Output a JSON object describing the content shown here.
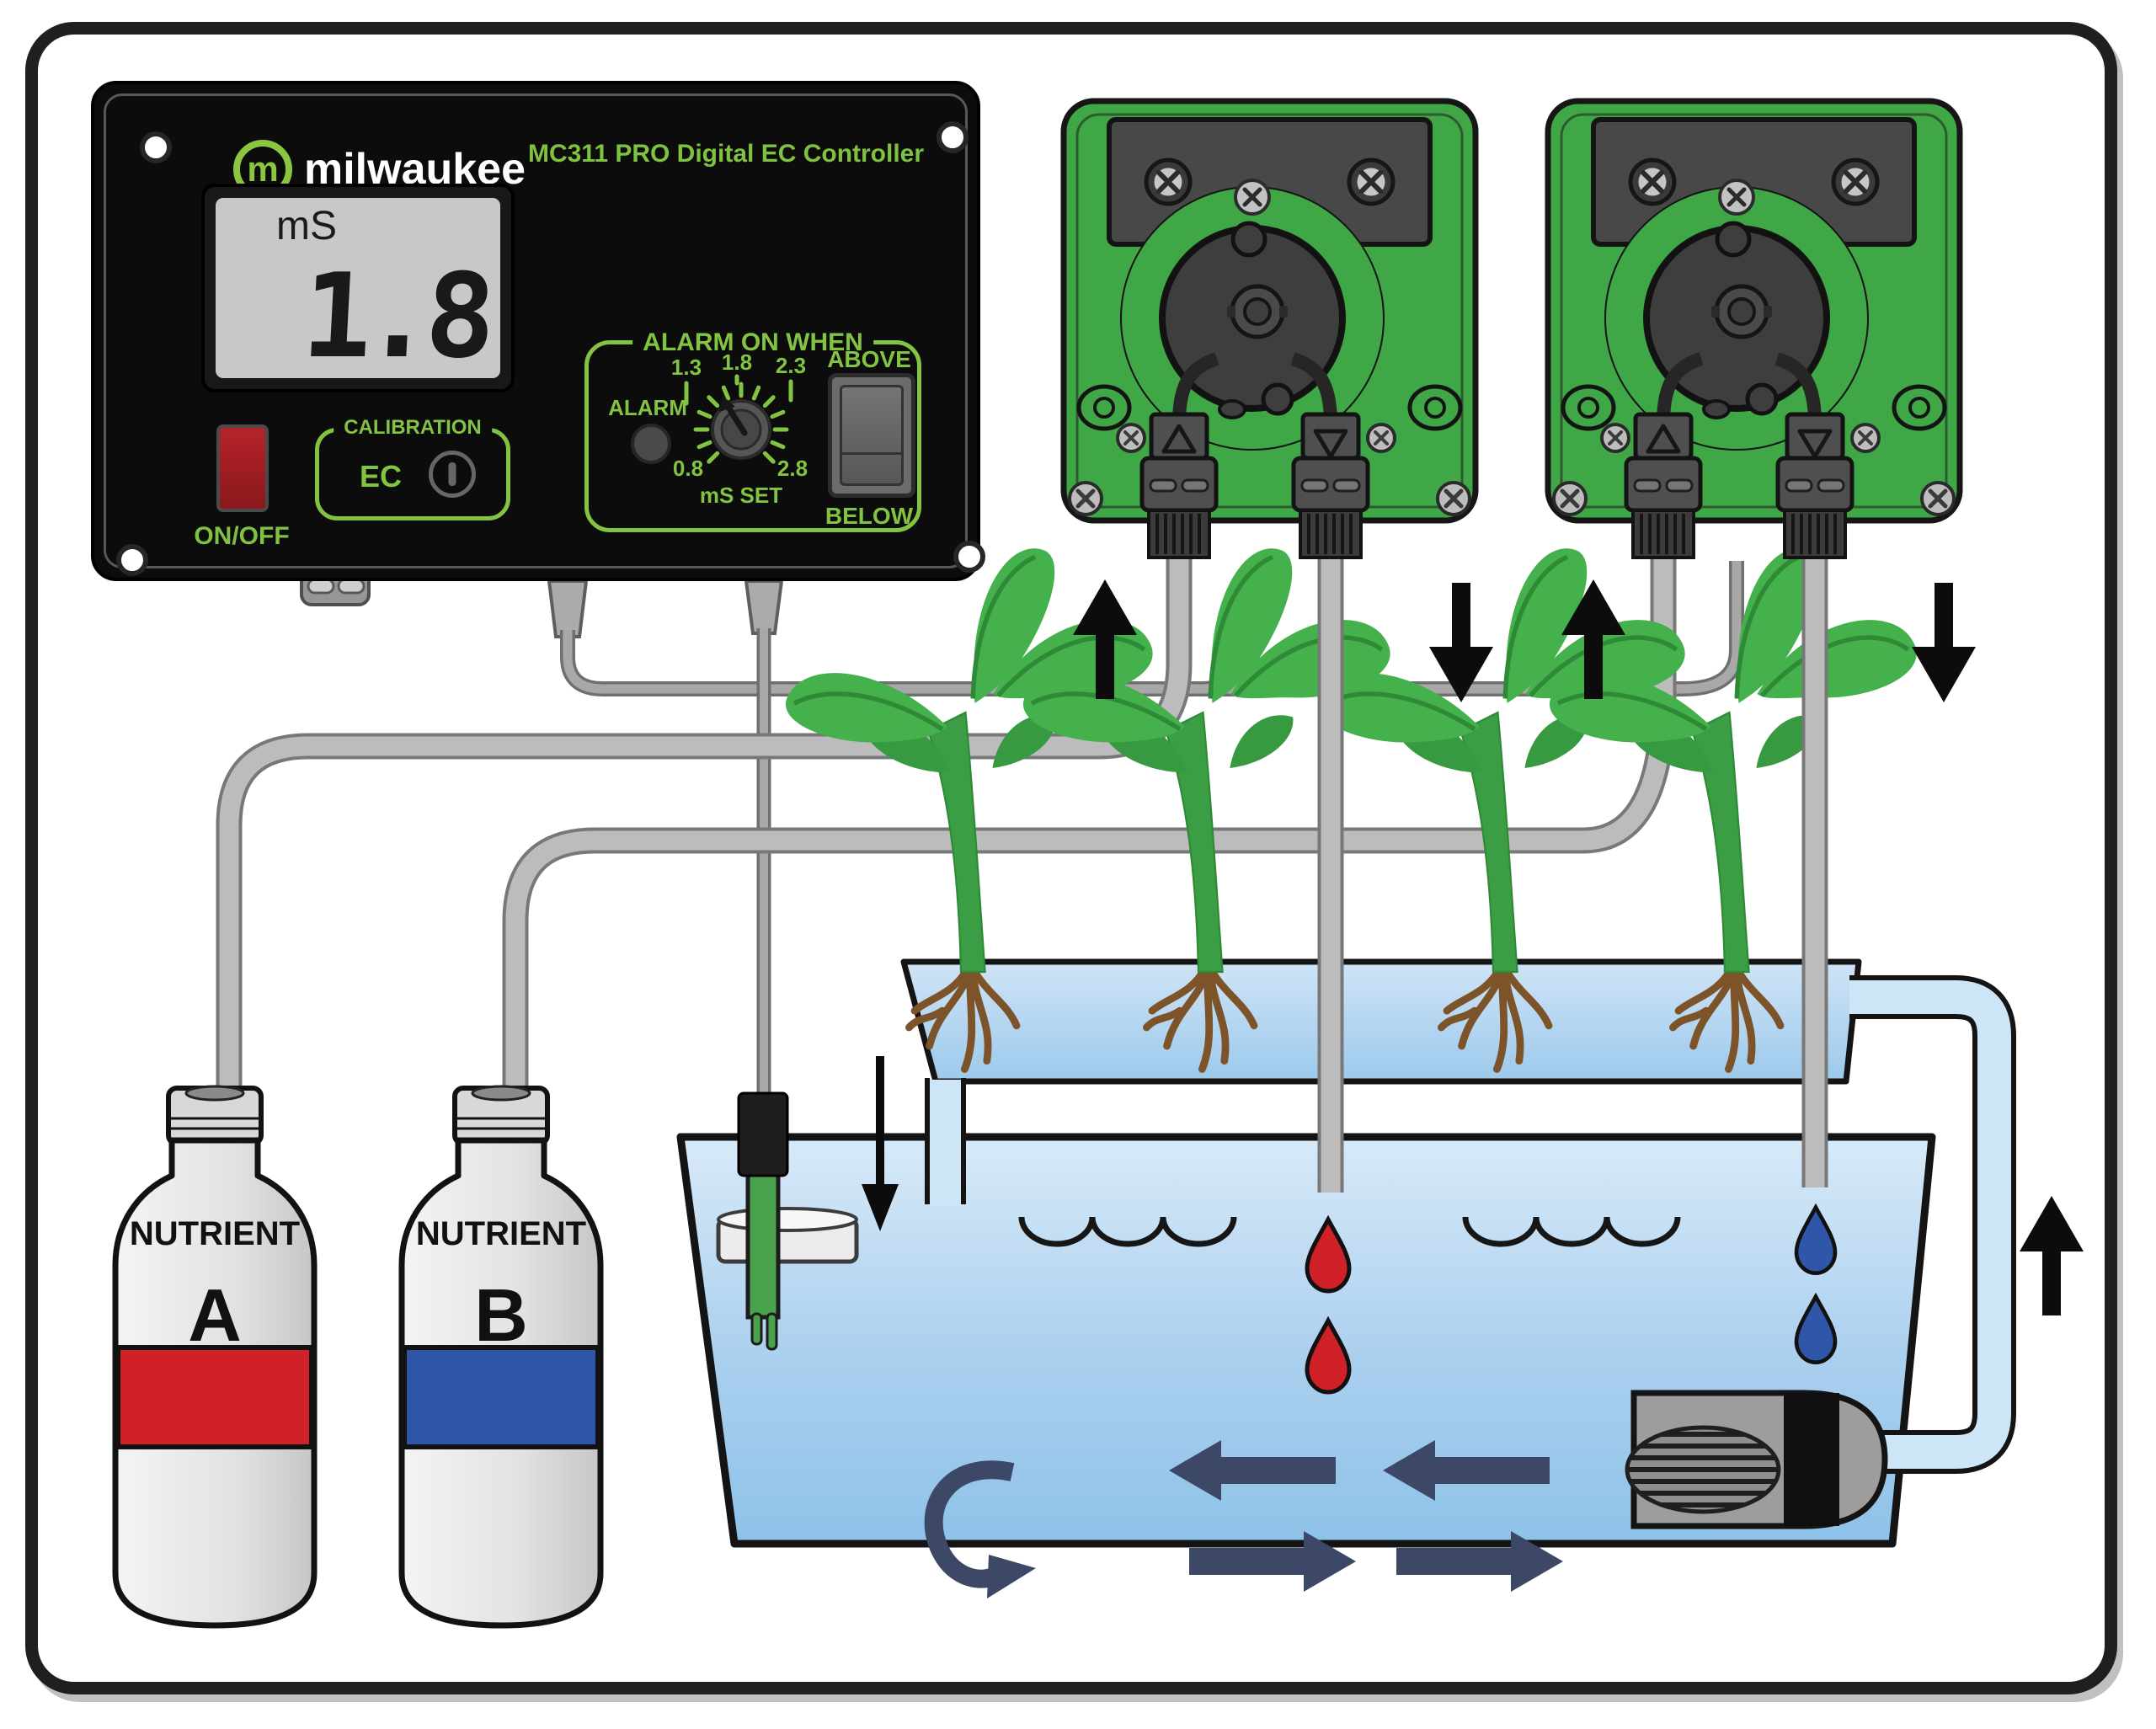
{
  "controller": {
    "brand": "milwaukee",
    "logo_letter": "m",
    "model": "MC311 PRO Digital EC Controller",
    "display": {
      "unit": "mS",
      "value": "1.8"
    },
    "power_button_label": "ON/OFF",
    "calibration": {
      "title": "CALIBRATION",
      "channel_label": "EC"
    },
    "alarm": {
      "title": "ALARM ON WHEN",
      "indicator_label": "ALARM",
      "dial_caption": "mS SET",
      "scale_ticks": [
        "1.3",
        "1.8",
        "2.3",
        "0.8",
        "2.8"
      ],
      "switch_top_label": "ABOVE",
      "switch_bottom_label": "BELOW"
    }
  },
  "bottles": [
    {
      "label": "NUTRIENT",
      "letter": "A",
      "band_color": "#cf2127"
    },
    {
      "label": "NUTRIENT",
      "letter": "B",
      "band_color": "#2f56a8"
    }
  ],
  "icons": {
    "pump_inlet": "triangle-up",
    "pump_outlet": "triangle-down",
    "flow_in": "arrow-up",
    "flow_out": "arrow-down",
    "dose_drop": "droplet",
    "circulation": "swirl-arrow"
  },
  "colors": {
    "accent_green": "#82C341",
    "logo_green": "#8CC63F",
    "pump_green": "#3FA746",
    "nutrient_a": "#cf2127",
    "nutrient_b": "#2f56a8",
    "water_arrow_navy": "#3d4766",
    "power_button_red": "#a41f25"
  }
}
